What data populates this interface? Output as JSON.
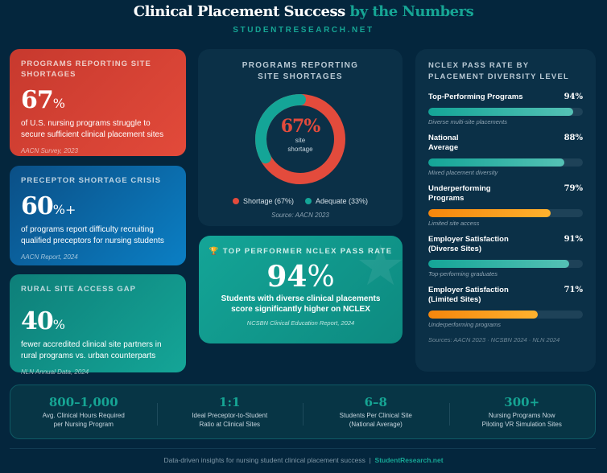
{
  "header": {
    "title_main": "Clinical Placement Success",
    "title_accent": "by the Numbers",
    "subtitle": "STUDENTRESEARCH.NET"
  },
  "cards": [
    {
      "label": "PROGRAMS REPORTING SITE SHORTAGES",
      "value": "67",
      "suffix": "%",
      "description": "of U.S. nursing programs struggle to secure sufficient clinical placement sites",
      "source": "AACN Survey, 2023"
    },
    {
      "label": "PRECEPTOR SHORTAGE CRISIS",
      "value": "60",
      "suffix": "%+",
      "description": "of programs report difficulty recruiting qualified preceptors for nursing students",
      "source": "AACN Report, 2024"
    },
    {
      "label": "RURAL SITE ACCESS GAP",
      "value": "40",
      "suffix": "%",
      "description": "fewer accredited clinical site partners in rural programs vs. urban counterparts",
      "source": "NLN Annual Data, 2024"
    }
  ],
  "donut": {
    "title": "PROGRAMS REPORTING SITE SHORTAGES",
    "center_value": "67%",
    "center_label_1": "site",
    "center_label_2": "shortage",
    "legend": [
      {
        "label": "Shortage (67%)",
        "color": "#e34b3c"
      },
      {
        "label": "Adequate (33%)",
        "color": "#14a597"
      }
    ],
    "source": "Source: AACN 2023"
  },
  "performer": {
    "icon": "trophy-icon",
    "label": "TOP PERFORMER NCLEX PASS RATE",
    "value": "94",
    "suffix": "%",
    "description_1": "Students with diverse clinical placements",
    "description_2": "score significantly higher on NCLEX",
    "source": "NCSBN Clinical Education Report, 2024"
  },
  "bars": {
    "title": "NCLEX PASS RATE BY PLACEMENT DIVERSITY LEVEL",
    "items": [
      {
        "label": "Top-Performing Programs",
        "value": "94%",
        "note": "Diverse multi-site placements",
        "color": "teal"
      },
      {
        "label": "National Average",
        "value": "88%",
        "note": "Mixed placement diversity",
        "color": "teal"
      },
      {
        "label": "Underperforming Programs",
        "value": "79%",
        "note": "Limited site access",
        "color": "orange"
      },
      {
        "label": "Employer Satisfaction (Diverse Sites)",
        "value": "91%",
        "note": "Top-performing graduates",
        "color": "teal"
      },
      {
        "label": "Employer Satisfaction (Limited Sites)",
        "value": "71%",
        "note": "Underperforming programs",
        "color": "orange"
      }
    ],
    "source": "Sources: AACN 2023 · NCSBN 2024 · NLN 2024"
  },
  "stats": [
    {
      "value": "800–1,000",
      "label_1": "Avg. Clinical Hours Required",
      "label_2": "per Nursing Program"
    },
    {
      "value": "1:1",
      "label_1": "Ideal Preceptor-to-Student",
      "label_2": "Ratio at Clinical Sites"
    },
    {
      "value": "6–8",
      "label_1": "Students Per Clinical Site",
      "label_2": "(National Average)"
    },
    {
      "value": "300+",
      "label_1": "Nursing Programs Now",
      "label_2": "Piloting VR Simulation Sites"
    }
  ],
  "footer": {
    "text": "Data-driven insights for nursing student clinical placement success",
    "separator": "|",
    "link": "StudentResearch.net"
  },
  "colors": {
    "background": "#04263d",
    "accent_teal": "#14a597",
    "accent_red": "#e34b3c",
    "accent_orange": "#f5a020"
  }
}
